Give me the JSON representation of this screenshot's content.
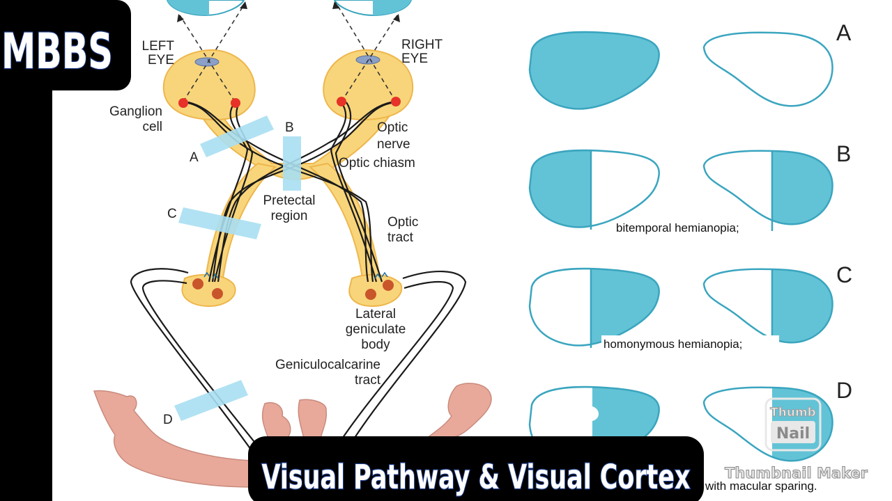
{
  "brand": {
    "mbbs": "MBBS"
  },
  "title": {
    "text": "Visual Pathway & Visual Cortex"
  },
  "diagram": {
    "left_eye": [
      "LEFT",
      "EYE"
    ],
    "right_eye": [
      "RIGHT",
      "EYE"
    ],
    "ganglion": [
      "Ganglion",
      "cell"
    ],
    "optic_nerve": [
      "Optic",
      "nerve"
    ],
    "optic_chiasm": "Optic chiasm",
    "pretectal": [
      "Pretectal",
      "region"
    ],
    "optic_tract": [
      "Optic",
      "tract"
    ],
    "lgb": [
      "Lateral",
      "geniculate",
      "body"
    ],
    "geniculocalcarine": [
      "Geniculocalcarine",
      "tract"
    ],
    "lesion_letters": [
      "A",
      "B",
      "C",
      "D"
    ]
  },
  "fields": {
    "row_letters": [
      "A",
      "B",
      "C",
      "D"
    ],
    "captions": {
      "b": "bitemporal hemianopia;",
      "c": "homonymous hemianopia;",
      "d": "with macular sparing."
    }
  },
  "watermark": {
    "logo_top": "Thumb",
    "logo_bottom": "Nail",
    "text": "Thumbnail Maker"
  },
  "colors": {
    "field_blue": "#63c3d6",
    "lesion_blue": "#a9dff2",
    "pathway_yellow": "#f8d57a",
    "pathway_orange": "#eeb64c",
    "cortex_pink": "#e8a99b",
    "brand_outline": "#1e3f8a"
  }
}
